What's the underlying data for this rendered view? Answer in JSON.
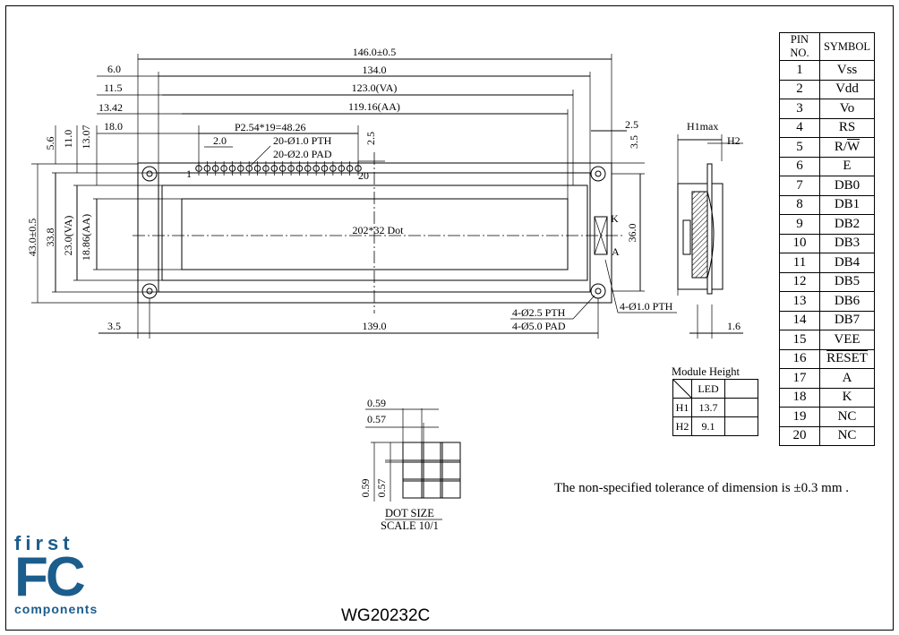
{
  "drawing": {
    "dims": {
      "overall_width": "146.0±0.5",
      "d134": "134.0",
      "va_width": "123.0(VA)",
      "aa_width": "119.16(AA)",
      "pitch": "P2.54*19=48.26",
      "d6_0": "6.0",
      "d11_5": "11.5",
      "d13_42": "13.42",
      "d18_0": "18.0",
      "d2_0": "2.0",
      "pth20": "20-Ø1.0 PTH",
      "pad20": "20-Ø2.0 PAD",
      "d2_5a": "2.5",
      "d2_5b": "2.5",
      "d3_5r": "3.5",
      "d5_6": "5.6",
      "d11_0": "11.0",
      "d13_07": "13.07",
      "overall_height": "43.0±0.5",
      "d33_8": "33.8",
      "va_height": "23.0(VA)",
      "aa_height": "18.86(AA)",
      "d36_0": "36.0",
      "dots": "202*32 Dot",
      "pin1": "1",
      "pin20": "20",
      "k": "K",
      "a": "A",
      "pth4": "4-Ø1.0 PTH",
      "pth4_25": "4-Ø2.5 PTH",
      "pad4_50": "4-Ø5.0 PAD",
      "d3_5": "3.5",
      "d139": "139.0",
      "h1max": "H1max",
      "h2": "H2",
      "d1_6": "1.6"
    },
    "dot_size": {
      "d059": "0.59",
      "d057": "0.57",
      "v059": "0.59",
      "v057": "0.57",
      "title": "DOT SIZE",
      "scale": "SCALE 10/1"
    }
  },
  "pin_table": {
    "headers": [
      "PIN NO.",
      "SYMBOL"
    ],
    "rows": [
      {
        "no": "1",
        "sym": "Vss"
      },
      {
        "no": "2",
        "sym": "Vdd"
      },
      {
        "no": "3",
        "sym": "Vo"
      },
      {
        "no": "4",
        "sym": "RS"
      },
      {
        "no": "5",
        "sym": "R/W"
      },
      {
        "no": "6",
        "sym": "E"
      },
      {
        "no": "7",
        "sym": "DB0"
      },
      {
        "no": "8",
        "sym": "DB1"
      },
      {
        "no": "9",
        "sym": "DB2"
      },
      {
        "no": "10",
        "sym": "DB3"
      },
      {
        "no": "11",
        "sym": "DB4"
      },
      {
        "no": "12",
        "sym": "DB5"
      },
      {
        "no": "13",
        "sym": "DB6"
      },
      {
        "no": "14",
        "sym": "DB7"
      },
      {
        "no": "15",
        "sym": "VEE"
      },
      {
        "no": "16",
        "sym": "RESET"
      },
      {
        "no": "17",
        "sym": "A"
      },
      {
        "no": "18",
        "sym": "K"
      },
      {
        "no": "19",
        "sym": "NC"
      },
      {
        "no": "20",
        "sym": "NC"
      }
    ]
  },
  "module_height": {
    "title": "Module Height",
    "led": "LED",
    "h1": "H1",
    "h1_val": "13.7",
    "h2": "H2",
    "h2_val": "9.1"
  },
  "tolerance_note": "The non-specified tolerance of dimension is ±0.3 mm .",
  "logo": {
    "first": "first",
    "fc": "FC",
    "components": "components"
  },
  "model": "WG20232C"
}
